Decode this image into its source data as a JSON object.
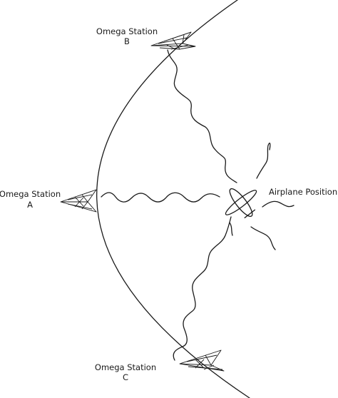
{
  "stations": [
    {
      "id": "B",
      "line1": "Omega Station",
      "line2": "B"
    },
    {
      "id": "A",
      "line1": "Omega Station",
      "line2": "A"
    },
    {
      "id": "C",
      "line1": "Omega Station",
      "line2": "C"
    }
  ],
  "airplane": {
    "label": "Airplane Position"
  },
  "icons": {
    "antenna": "radio-antenna-icon",
    "airplane": "airplane-icon"
  },
  "colors": {
    "ink": "#1a1a1a",
    "background": "#ffffff"
  }
}
